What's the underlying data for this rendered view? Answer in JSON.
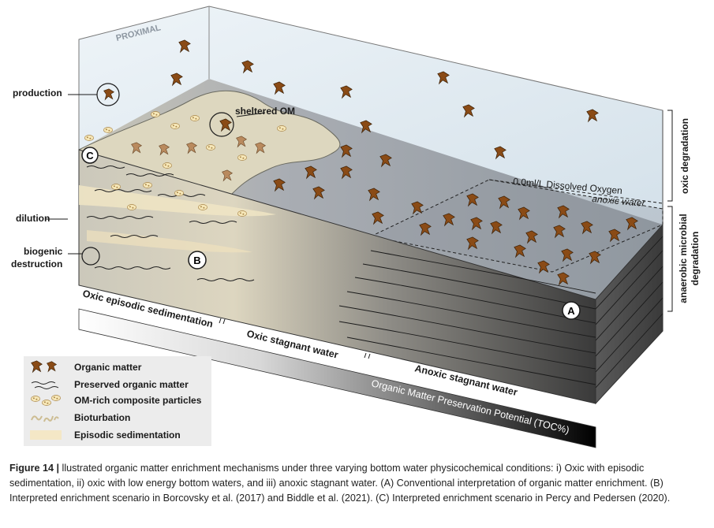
{
  "diagram": {
    "labels": {
      "proximal": "PROXIMAL",
      "production": "production",
      "sheltered_om": "sheltered OM",
      "dilution": "dilution",
      "biogenic_destruction_line1": "biogenic",
      "biogenic_destruction_line2": "destruction",
      "oxic_degradation": "oxic degradation",
      "anaerobic_line1": "anaerobic microbial",
      "anaerobic_line2": "degradation",
      "dissolved_oxygen": "0.0ml/L Dissolved Oxygen",
      "anoxic_water": "anoxic water",
      "marker_a": "A",
      "marker_b": "B",
      "marker_c": "C"
    },
    "environments": {
      "oxic_episodic": "Oxic episodic sedimentation",
      "oxic_stagnant": "Oxic stagnant water",
      "anoxic_stagnant": "Anoxic stagnant water"
    },
    "gradient_bar_label": "Organic Matter Preservation Potential (TOC%)",
    "colors": {
      "organic_matter": "#8a4b16",
      "water_top": "#e2edf3",
      "water_deep": "#9aa3ad",
      "episodic_sediment": "#f4e7c6",
      "sediment_light": "#e9e3d0",
      "sediment_dark": "#4c4c4c"
    }
  },
  "legend": {
    "items": [
      {
        "label": "Organic matter",
        "icon": "organic-matter-icon"
      },
      {
        "label": "Preserved organic matter",
        "icon": "preserved-om-icon"
      },
      {
        "label": "OM-rich composite particles",
        "icon": "composite-particle-icon"
      },
      {
        "label": "Bioturbation",
        "icon": "bioturbation-icon"
      },
      {
        "label": "Episodic sedimentation",
        "icon": "episodic-sedimentation-icon"
      }
    ]
  },
  "caption": {
    "lead": "Figure 14 |",
    "text": " llustrated organic matter enrichment mechanisms under three varying bottom water physicochemical conditions: i) Oxic with episodic sedimentation, ii) oxic with low energy bottom waters, and iii) anoxic stagnant water. (A) Conventional interpretation of organic matter enrichment. (B) Interpreted enrichment scenario in Borcovsky et al. (2017) and Biddle et al. (2021). (C) Interpreted enrichment scenario in Percy and Pedersen (2020)."
  }
}
